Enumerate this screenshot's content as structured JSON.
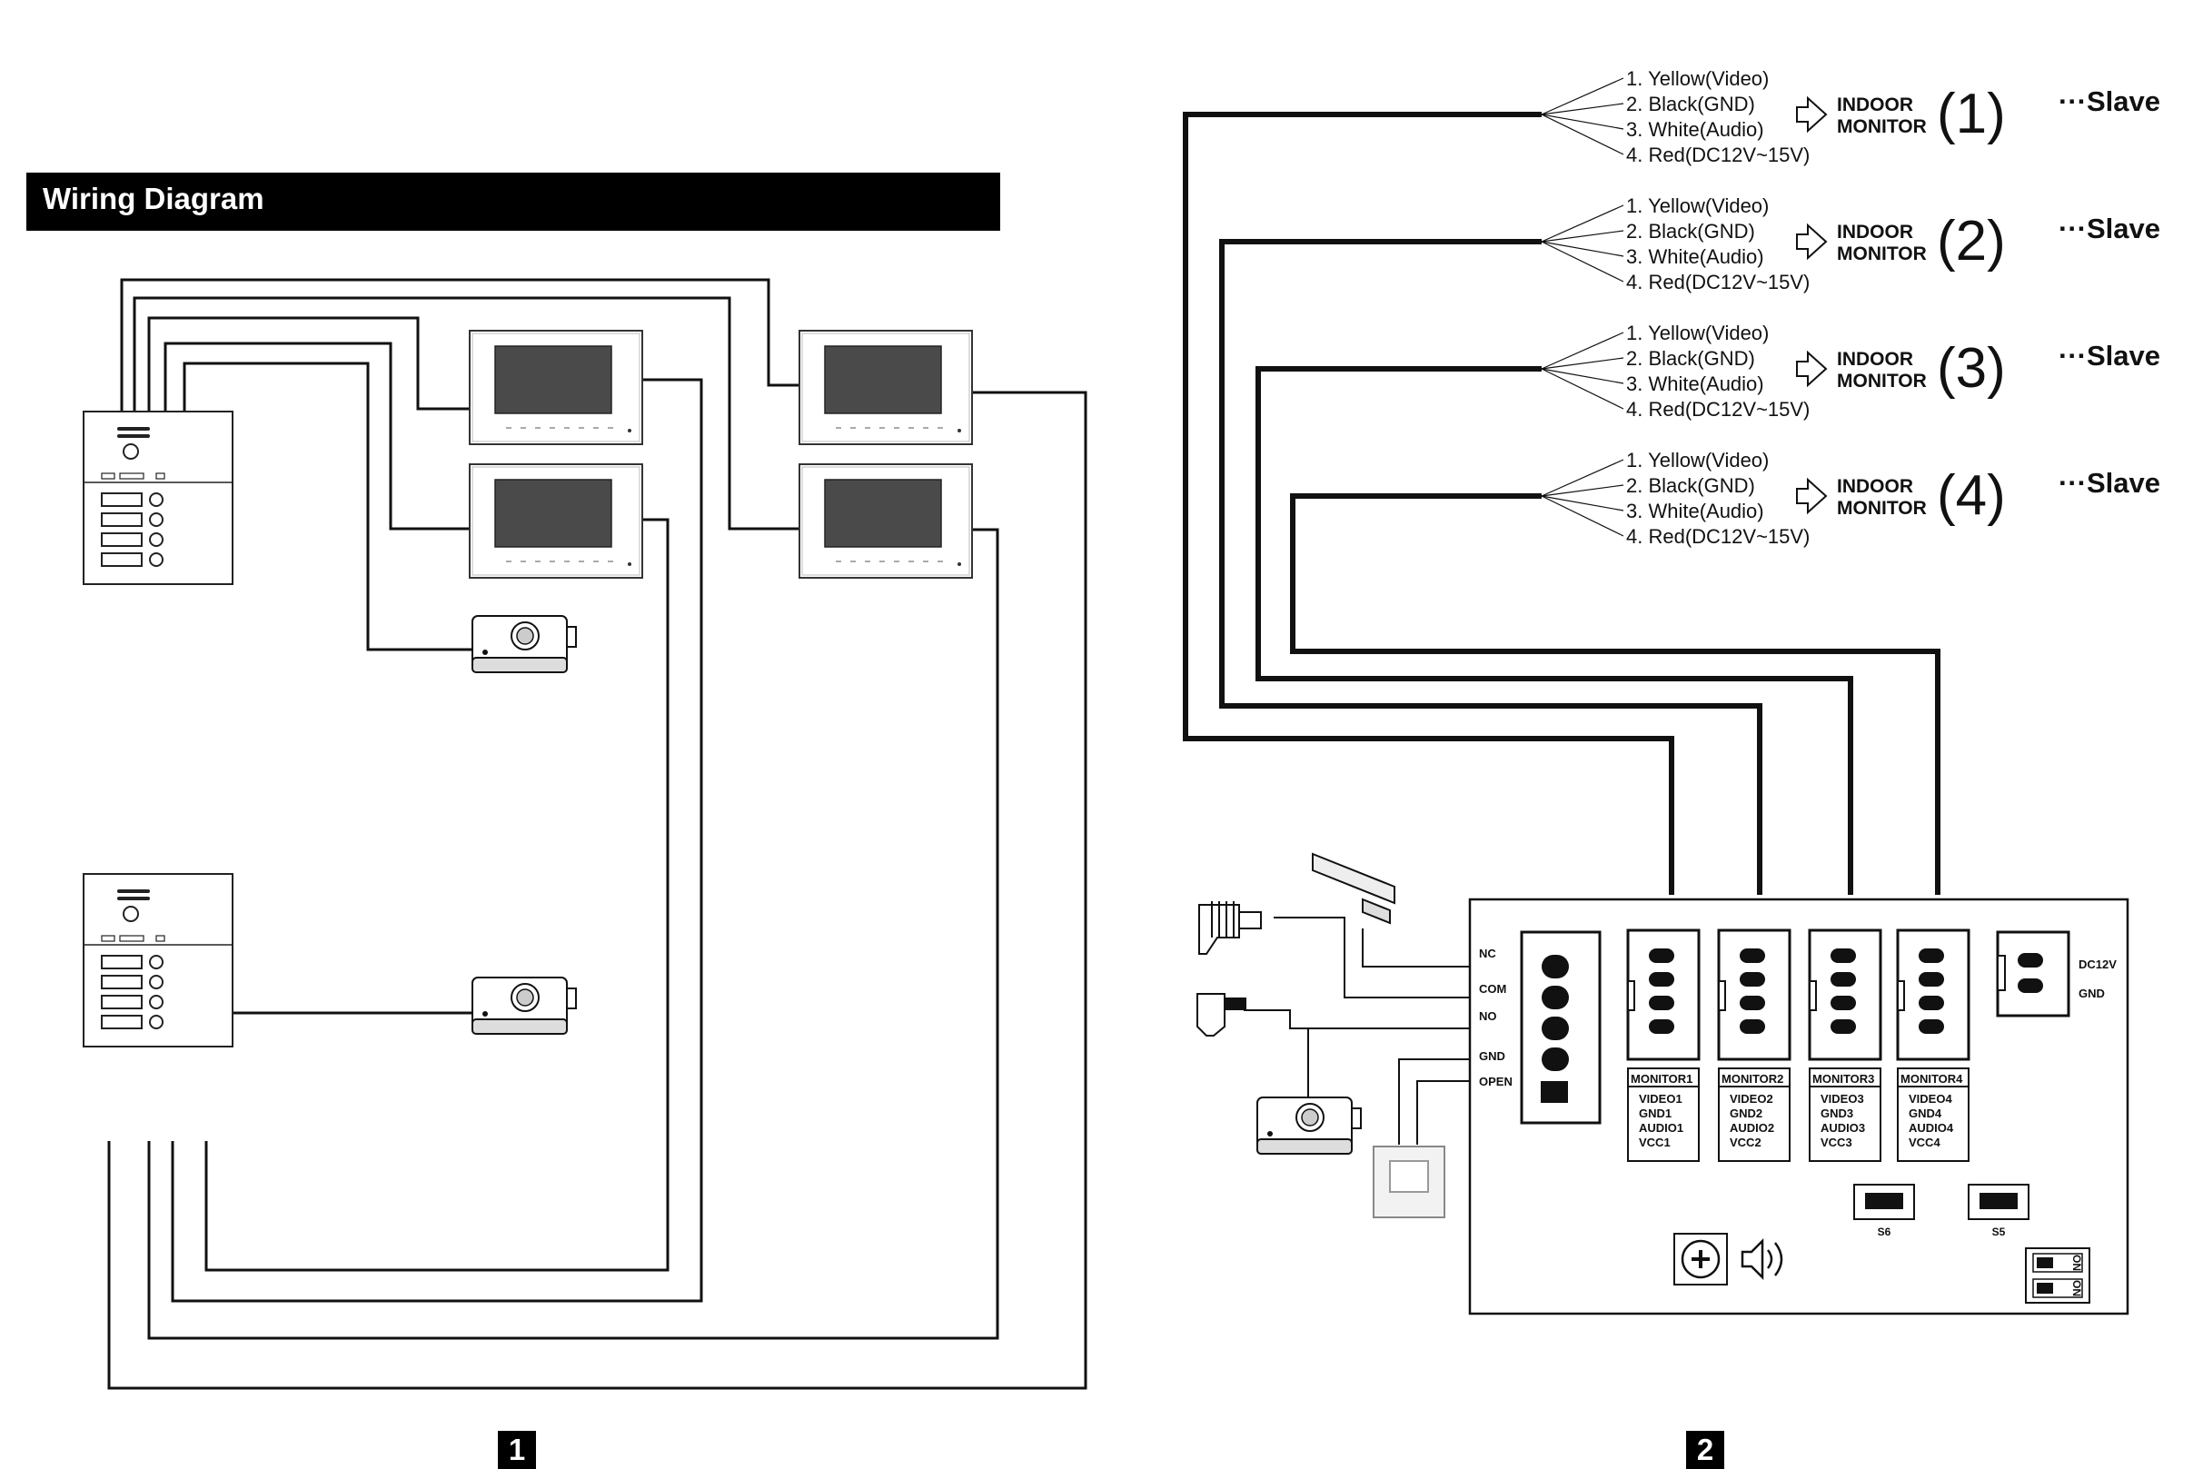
{
  "header": {
    "title": "Wiring Diagram"
  },
  "page_numbers": [
    "1",
    "2"
  ],
  "wire_labels": [
    "1. Yellow(Video)",
    "2. Black(GND)",
    "3. White(Audio)",
    "4. Red(DC12V~15V)"
  ],
  "monitors": [
    {
      "label_line1": "INDOOR",
      "label_line2": "MONITOR",
      "number": "(1)",
      "role": "···Slave"
    },
    {
      "label_line1": "INDOOR",
      "label_line2": "MONITOR",
      "number": "(2)",
      "role": "···Slave"
    },
    {
      "label_line1": "INDOOR",
      "label_line2": "MONITOR",
      "number": "(3)",
      "role": "···Slave"
    },
    {
      "label_line1": "INDOOR",
      "label_line2": "MONITOR",
      "number": "(4)",
      "role": "···Slave"
    }
  ],
  "lock_terminal_labels": [
    "NC",
    "COM",
    "NO",
    "GND",
    "OPEN"
  ],
  "monitor_terminals": [
    {
      "header": "MONITOR1",
      "lines": [
        "VIDEO1",
        "GND1",
        "AUDIO1",
        "VCC1"
      ]
    },
    {
      "header": "MONITOR2",
      "lines": [
        "VIDEO2",
        "GND2",
        "AUDIO2",
        "VCC2"
      ]
    },
    {
      "header": "MONITOR3",
      "lines": [
        "VIDEO3",
        "GND3",
        "AUDIO3",
        "VCC3"
      ]
    },
    {
      "header": "MONITOR4",
      "lines": [
        "VIDEO4",
        "GND4",
        "AUDIO4",
        "VCC4"
      ]
    }
  ],
  "power_labels": [
    "DC12V",
    "GND"
  ],
  "switch_labels": [
    "S6",
    "S5"
  ],
  "dip_label": "ON"
}
